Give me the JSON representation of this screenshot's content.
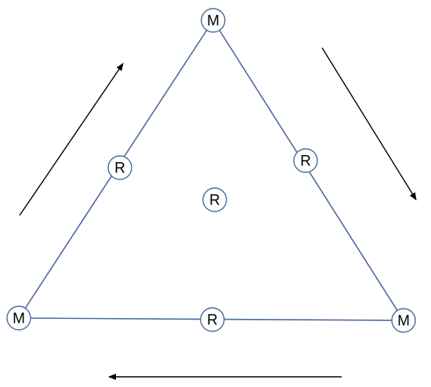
{
  "colors": {
    "edge": "#4a6b9d",
    "node_stroke": "#4a6b9d",
    "arrow": "#000000",
    "background": "#ffffff"
  },
  "nodes": [
    {
      "id": "m-top",
      "label": "M"
    },
    {
      "id": "r-left-edge",
      "label": "R"
    },
    {
      "id": "r-right-edge",
      "label": "R"
    },
    {
      "id": "r-center",
      "label": "R"
    },
    {
      "id": "m-bottom-left",
      "label": "M"
    },
    {
      "id": "r-bottom-edge",
      "label": "R"
    },
    {
      "id": "m-bottom-right",
      "label": "M"
    }
  ]
}
